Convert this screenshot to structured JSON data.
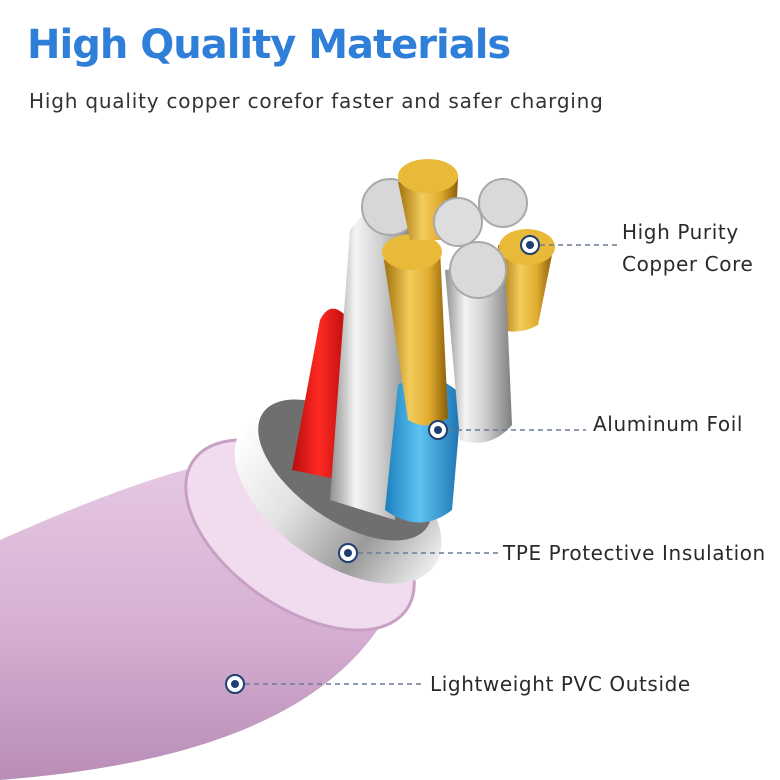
{
  "header": {
    "title": "High Quality Materials",
    "subtitle": "High quality copper corefor faster and safer charging"
  },
  "callouts": [
    {
      "label": "High Purity\nCopper Core"
    },
    {
      "label": "Aluminum Foil"
    },
    {
      "label": "TPE Protective Insulation"
    },
    {
      "label": "Lightweight PVC Outside"
    }
  ],
  "colors": {
    "title": "#2f7fd8",
    "pvc_jacket": "#d9b5d6",
    "tpe_ring": "#d8d8d8",
    "red_wire": "#e8201f",
    "blue_wire": "#2aa3e0",
    "gold_core": "#d6a52c",
    "marker_dot": "#1f3f73"
  }
}
